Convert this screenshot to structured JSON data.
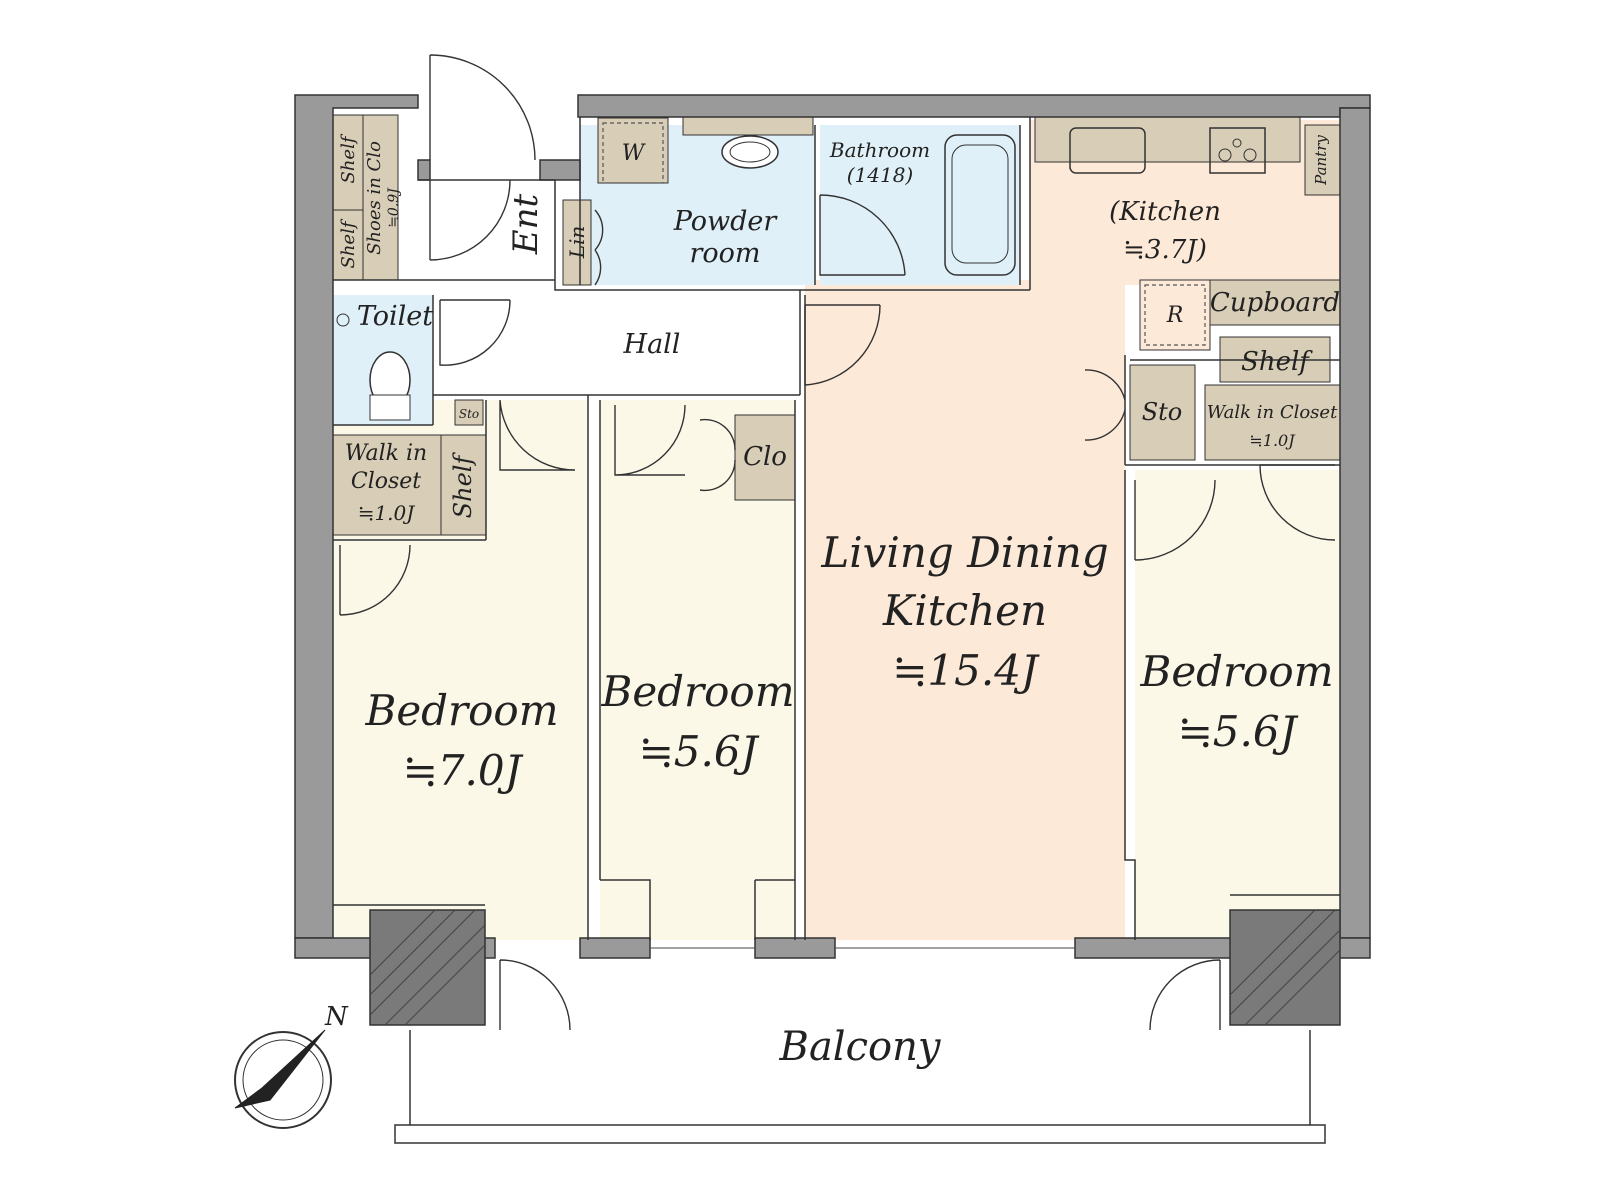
{
  "colors": {
    "bedroom_fill": "#fbf8e8",
    "living_fill": "#fde9d8",
    "wet_fill": "#dff0f8",
    "storage_fill": "#d8cdb6",
    "wall_fill": "#9a9a9a",
    "hall_fill": "#ffffff"
  },
  "rooms": {
    "bedroom_left": {
      "name": "Bedroom",
      "area": "≒7.0J"
    },
    "bedroom_mid": {
      "name": "Bedroom",
      "area": "≒5.6J"
    },
    "ldk": {
      "name_line1": "Living Dining",
      "name_line2": "Kitchen",
      "area": "≒15.4J"
    },
    "bedroom_right": {
      "name": "Bedroom",
      "area": "≒5.6J"
    },
    "kitchen": {
      "line1": "(Kitchen",
      "line2": "≒3.7J)"
    },
    "bathroom": {
      "line1": "Bathroom",
      "line2": "(1418)"
    },
    "powder": {
      "line1": "Powder",
      "line2": "room"
    },
    "hall": "Hall",
    "toilet": "Toilet",
    "ent": "Ent",
    "balcony": "Balcony"
  },
  "storage": {
    "shelf_top": "Shelf",
    "shelf_bottom": "Shelf",
    "shoes": "Shoes in Clo",
    "shoes_area": "≒0.9J",
    "w": "W",
    "lin": "Lin",
    "sto_small": "Sto",
    "wic_left_line1": "Walk in",
    "wic_left_line2": "Closet",
    "wic_left_area": "≒1.0J",
    "shelf_left": "Shelf",
    "clo": "Clo",
    "r": "R",
    "cupboard": "Cupboard",
    "shelf_right": "Shelf",
    "sto_right": "Sto",
    "wic_right": "Walk in Closet",
    "wic_right_area": "≒1.0J",
    "pantry": "Pantry"
  },
  "compass": {
    "north_label": "N"
  }
}
